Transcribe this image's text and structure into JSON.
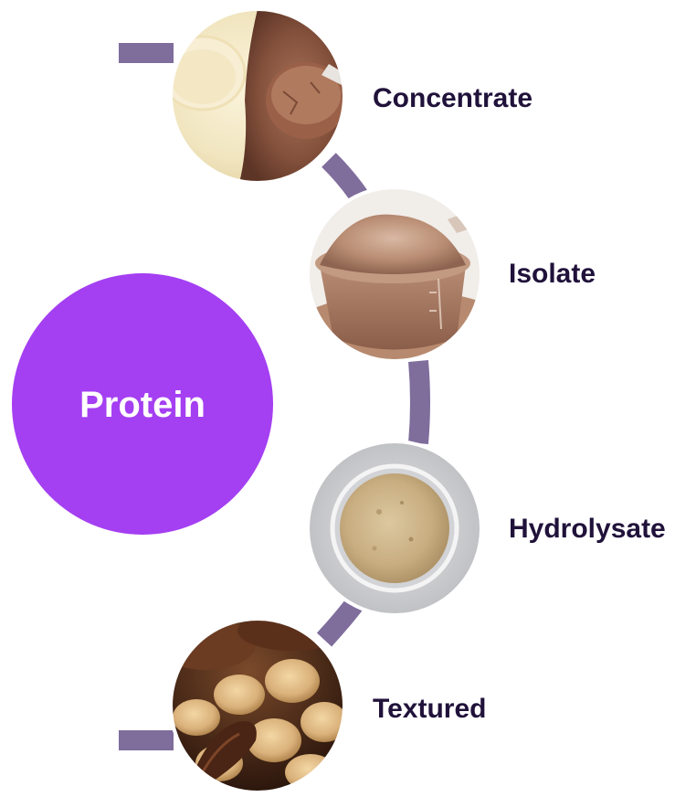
{
  "center": {
    "label": "Protein",
    "color": "#a43ff2"
  },
  "connector_color": "#7f6d9c",
  "label_color": "#20123a",
  "items": [
    {
      "label": "Concentrate",
      "image": "scoops-of-vanilla-and-chocolate-protein-powder"
    },
    {
      "label": "Isolate",
      "image": "measuring-scoop-of-brown-protein-powder"
    },
    {
      "label": "Hydrolysate",
      "image": "glass-dish-of-beige-protein-powder"
    },
    {
      "label": "Textured",
      "image": "textured-soy-protein-chunks-with-wooden-spoon"
    }
  ]
}
